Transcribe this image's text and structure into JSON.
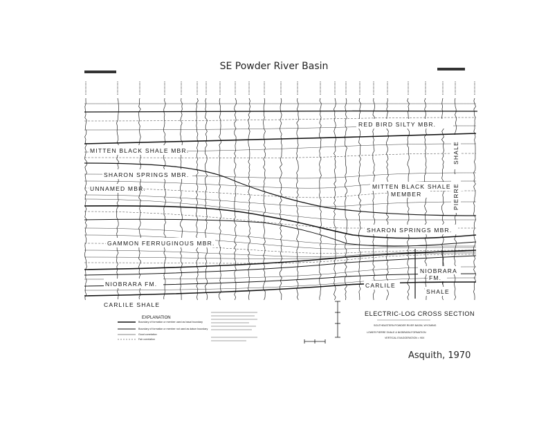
{
  "title": "SE Powder River Basin",
  "citation": "Asquith, 1970",
  "section": {
    "formation_labels": {
      "red_bird": "RED BIRD SILTY MBR.",
      "mitten_left": "MITTEN BLACK SHALE MBR.",
      "sharon_left": "SHARON SPRINGS MBR.",
      "unnamed": "UNNAMED MBR.",
      "mitten_right_1": "MITTEN BLACK SHALE",
      "mitten_right_2": "MEMBER",
      "pierre_shale_1": "SHALE",
      "pierre_shale_2": "PIERRE",
      "sharon_right": "SHARON SPRINGS MBR.",
      "gammon": "GAMMON FERRUGINOUS MBR.",
      "niobrara_left": "NIOBRARA FM.",
      "niobrara_right_1": "NIOBRARA",
      "niobrara_right_2": "FM.",
      "carlile_left": "CARLILE SHALE",
      "carlile_right": "CARLILE",
      "shale_right": "SHALE"
    },
    "legend": {
      "title": "EXPLANATION",
      "items": [
        "Boundary of formation or member used as basal boundary",
        "Boundary of formation or member not used as datum boundary",
        "Good correlation",
        "Fair correlation"
      ]
    },
    "caption": {
      "title": "ELECTRIC-LOG CROSS SECTION",
      "lines": [
        "SOUTHEASTERN POWDER RIVER BASIN, WYOMING",
        "LOWER PIERRE SHALE & NIOBRARA FORMATION",
        "VERTICAL EXAGGERATION = 90X"
      ]
    }
  }
}
